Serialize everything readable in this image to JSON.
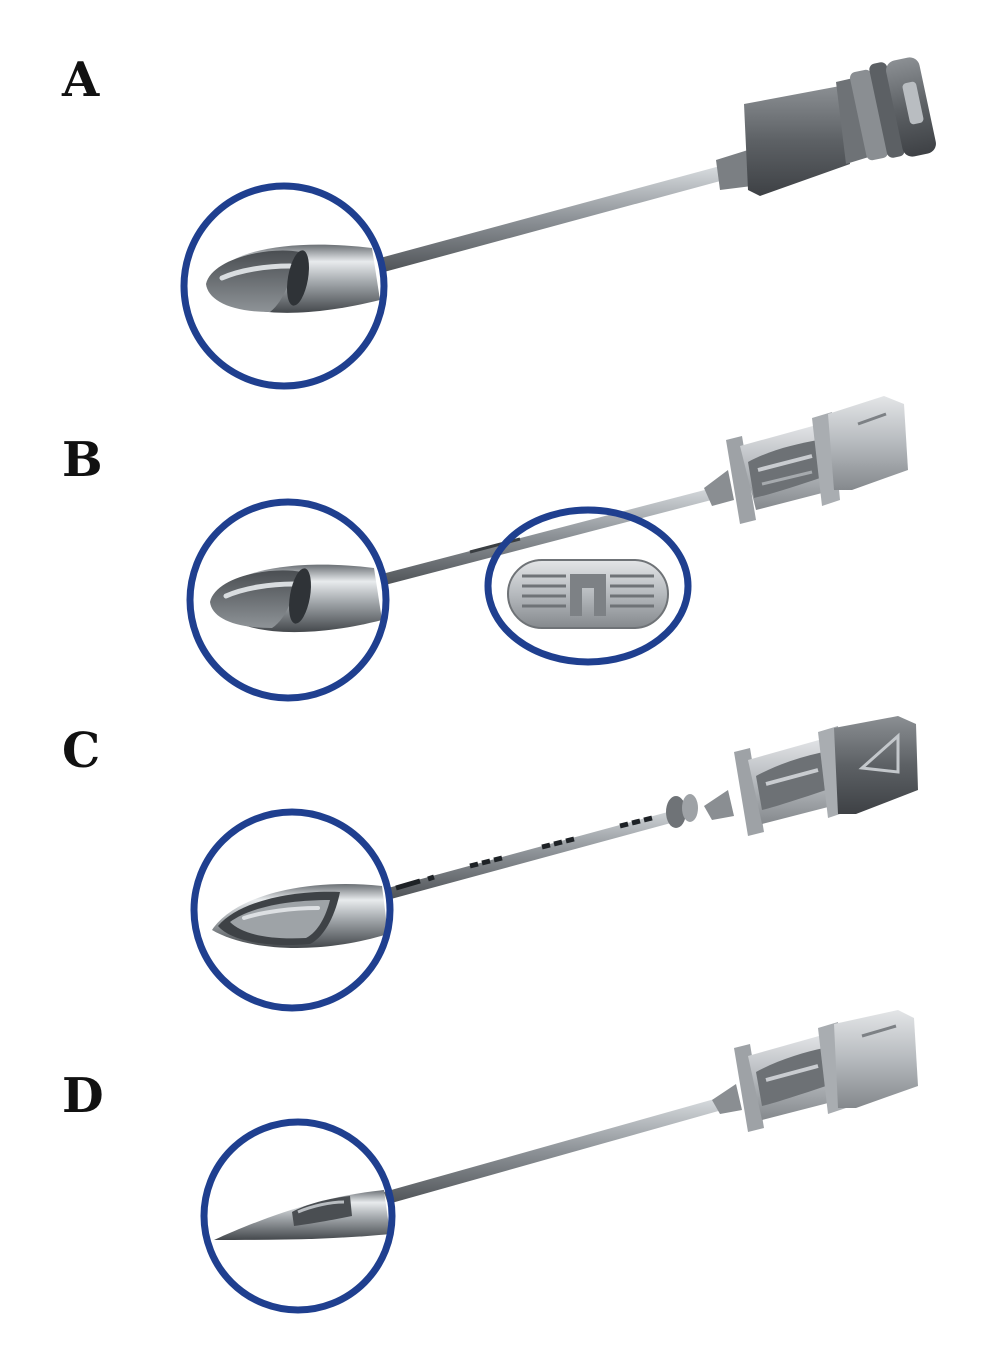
{
  "panels": [
    {
      "label": "A",
      "needle": "tuohy-style-needle"
    },
    {
      "label": "B",
      "needle": "needle-with-echogenic-marker"
    },
    {
      "label": "C",
      "needle": "needle-with-depth-markings"
    },
    {
      "label": "D",
      "needle": "pencil-point-needle"
    }
  ],
  "colors": {
    "magnifier_ring": "#1f3f8f",
    "metal_dark": "#5e6266",
    "metal_mid": "#9aa0a5",
    "metal_light": "#dfe3e6",
    "hub_dark": "#55585c",
    "hub_light": "#c9ccd0"
  },
  "icons": [
    "magnifier-circle-icon",
    "needle-hub-icon"
  ]
}
